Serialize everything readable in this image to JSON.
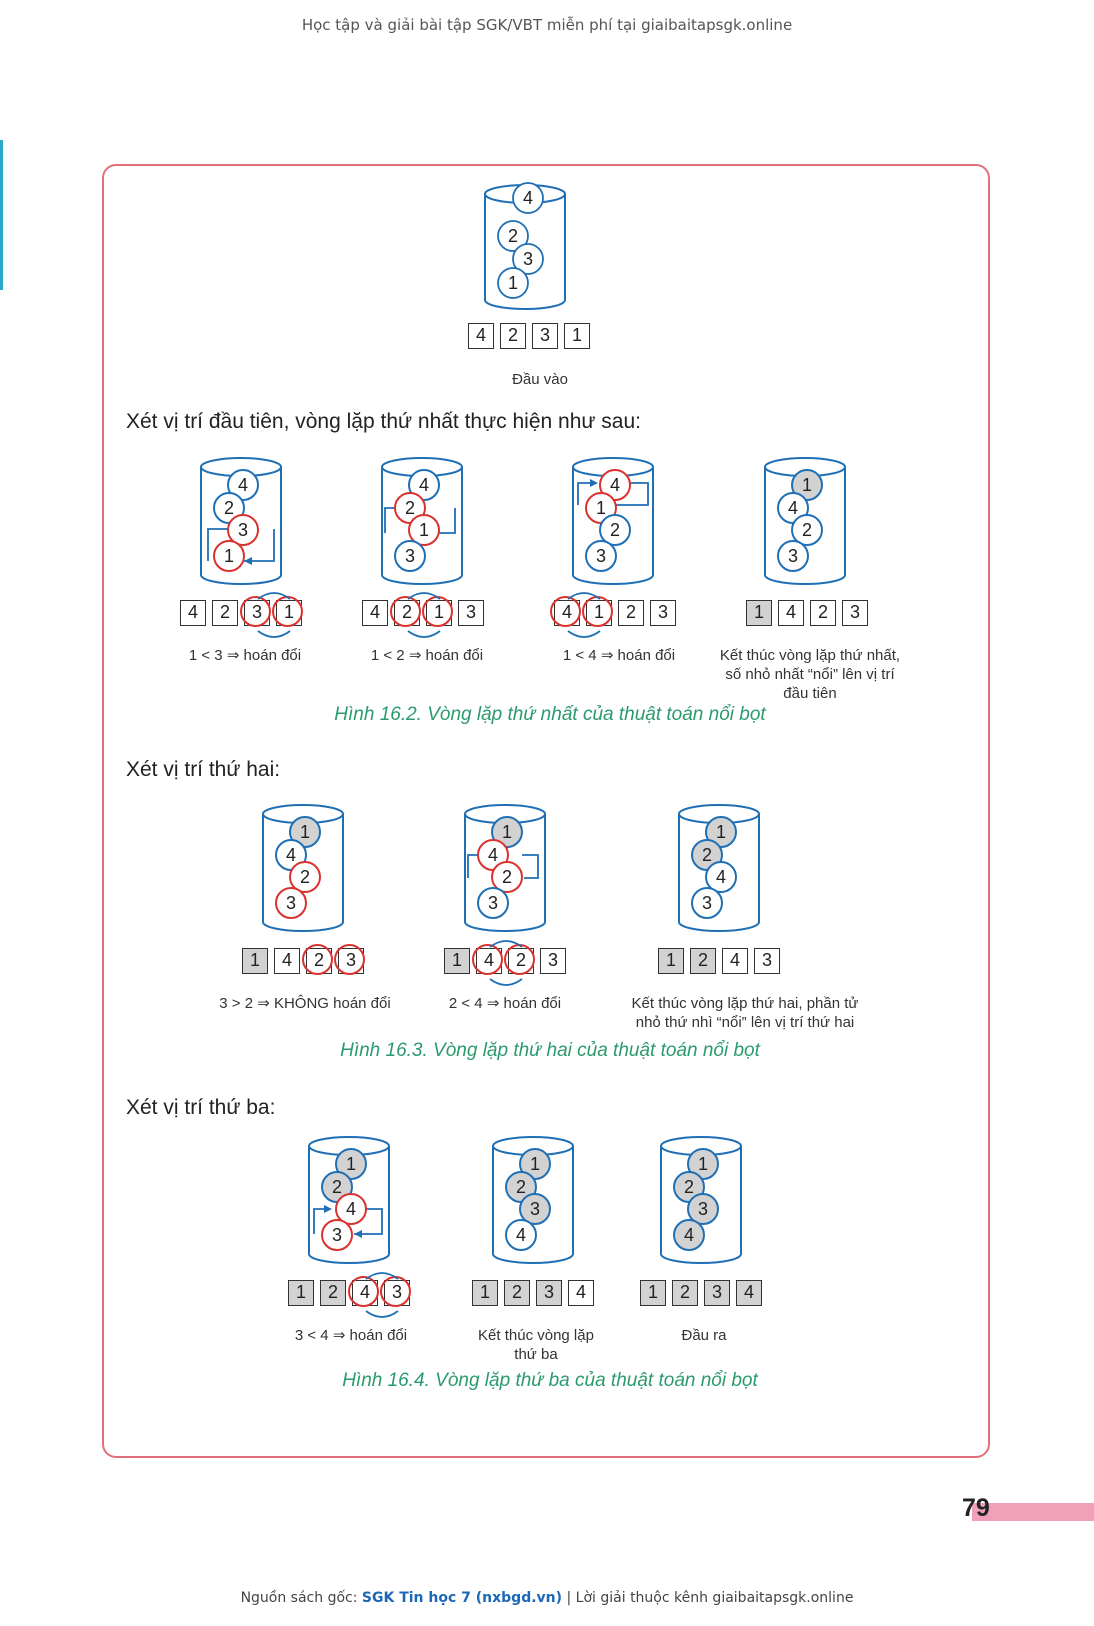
{
  "header": "Học tập và giải bài tập SGK/VBT miễn phí tại giaibaitapsgk.online",
  "input": {
    "array": [
      "4",
      "2",
      "3",
      "1"
    ],
    "caption": "Đầu vào"
  },
  "section1": {
    "heading": "Xét vị trí đầu tiên, vòng lặp thứ nhất thực hiện như sau:",
    "steps": [
      {
        "array": [
          "4",
          "2",
          "3",
          "1"
        ],
        "caption": "1 < 3 ⇒ hoán đổi"
      },
      {
        "array": [
          "4",
          "2",
          "1",
          "3"
        ],
        "caption": "1 < 2 ⇒ hoán đổi"
      },
      {
        "array": [
          "4",
          "1",
          "2",
          "3"
        ],
        "caption": "1 < 4 ⇒ hoán đổi"
      },
      {
        "array": [
          "1",
          "4",
          "2",
          "3"
        ],
        "caption_lines": [
          "Kết thúc vòng lặp thứ nhất,",
          "số nhỏ nhất “nổi” lên vị trí",
          "đầu tiên"
        ]
      }
    ],
    "figcap": "Hình 16.2. Vòng lặp thứ nhất của thuật toán nổi bọt"
  },
  "section2": {
    "heading": "Xét vị trí thứ hai:",
    "steps": [
      {
        "array": [
          "1",
          "4",
          "2",
          "3"
        ],
        "caption": "3 > 2 ⇒ KHÔNG hoán đổi"
      },
      {
        "array": [
          "1",
          "4",
          "2",
          "3"
        ],
        "caption": "2 < 4 ⇒ hoán đổi"
      },
      {
        "array": [
          "1",
          "2",
          "4",
          "3"
        ],
        "caption_lines": [
          "Kết thúc vòng lặp thứ hai, phần tử",
          "nhỏ thứ nhì “nổi” lên vị trí thứ hai"
        ]
      }
    ],
    "figcap": "Hình 16.3. Vòng lặp thứ hai của thuật toán nổi bọt"
  },
  "section3": {
    "heading": "Xét vị trí thứ ba:",
    "steps": [
      {
        "array": [
          "1",
          "2",
          "4",
          "3"
        ],
        "caption": "3 < 4 ⇒ hoán đổi"
      },
      {
        "array": [
          "1",
          "2",
          "3",
          "4"
        ],
        "caption_lines": [
          "Kết thúc vòng lặp",
          "thứ ba"
        ]
      },
      {
        "array": [
          "1",
          "2",
          "3",
          "4"
        ],
        "caption": "Đầu ra"
      }
    ],
    "figcap": "Hình 16.4. Vòng lặp thứ ba của thuật toán nổi bọt"
  },
  "page_number": "79",
  "footer": {
    "prefix": "Nguồn sách gốc: ",
    "source": "SGK Tin học 7 (nxbgd.vn)",
    "suffix": " | Lời giải thuộc kênh giaibaitapsgk.online"
  },
  "colors": {
    "frame": "#e2707a",
    "blue": "#1f6fb5",
    "red": "#d9322e",
    "caption_green": "#2b9a6e",
    "gray_fill": "#d2d2d2"
  }
}
